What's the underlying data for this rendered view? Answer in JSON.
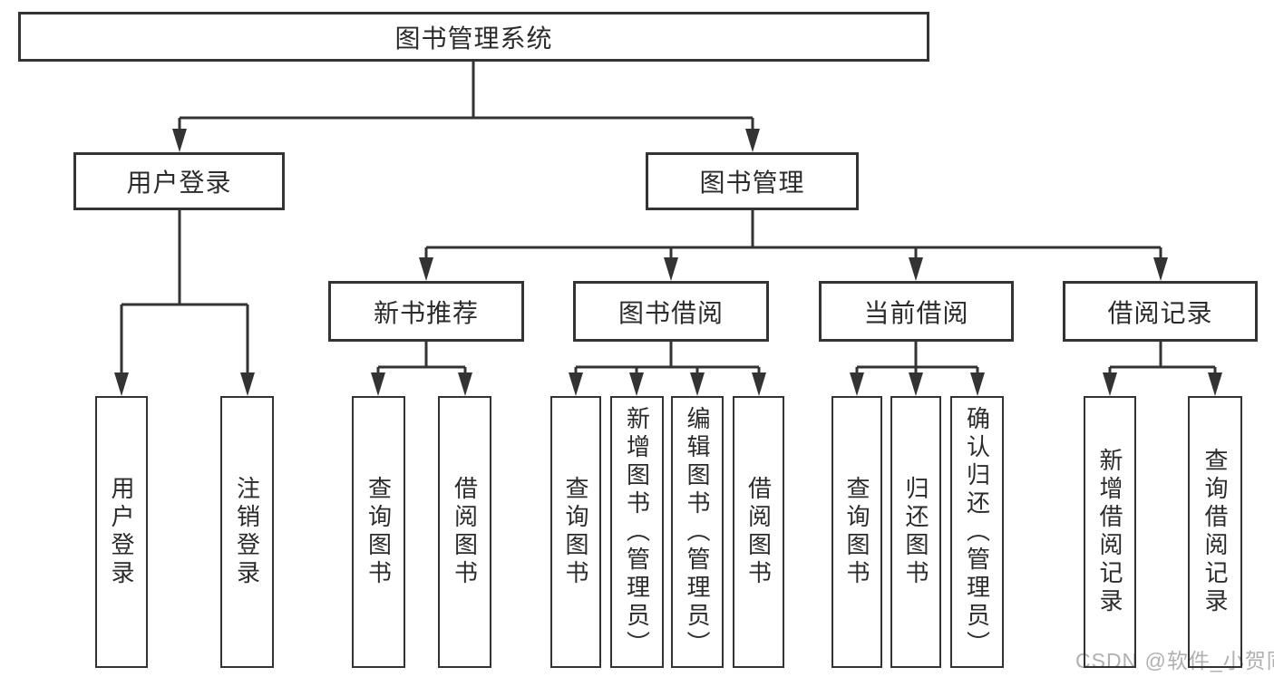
{
  "diagram_title": "图书管理系统",
  "tree": {
    "root": "图书管理系统",
    "branches": [
      {
        "label": "用户登录",
        "children": [
          "用户登录",
          "注销登录"
        ]
      },
      {
        "label": "图书管理",
        "children": [
          {
            "label": "新书推荐",
            "children": [
              "查询图书",
              "借阅图书"
            ]
          },
          {
            "label": "图书借阅",
            "children": [
              "查询图书",
              "新增图书（管理员）",
              "编辑图书（管理员）",
              "借阅图书"
            ]
          },
          {
            "label": "当前借阅",
            "children": [
              "查询图书",
              "归还图书",
              "确认归还（管理员）"
            ]
          },
          {
            "label": "借阅记录",
            "children": [
              "新增借阅记录",
              "查询借阅记录"
            ]
          }
        ]
      }
    ]
  },
  "watermark": "CSDN @软件_小贺同学",
  "colors": {
    "line": "#333333",
    "text": "#2b2b2b",
    "watermark": "#b0b0b0",
    "background": "#ffffff"
  }
}
